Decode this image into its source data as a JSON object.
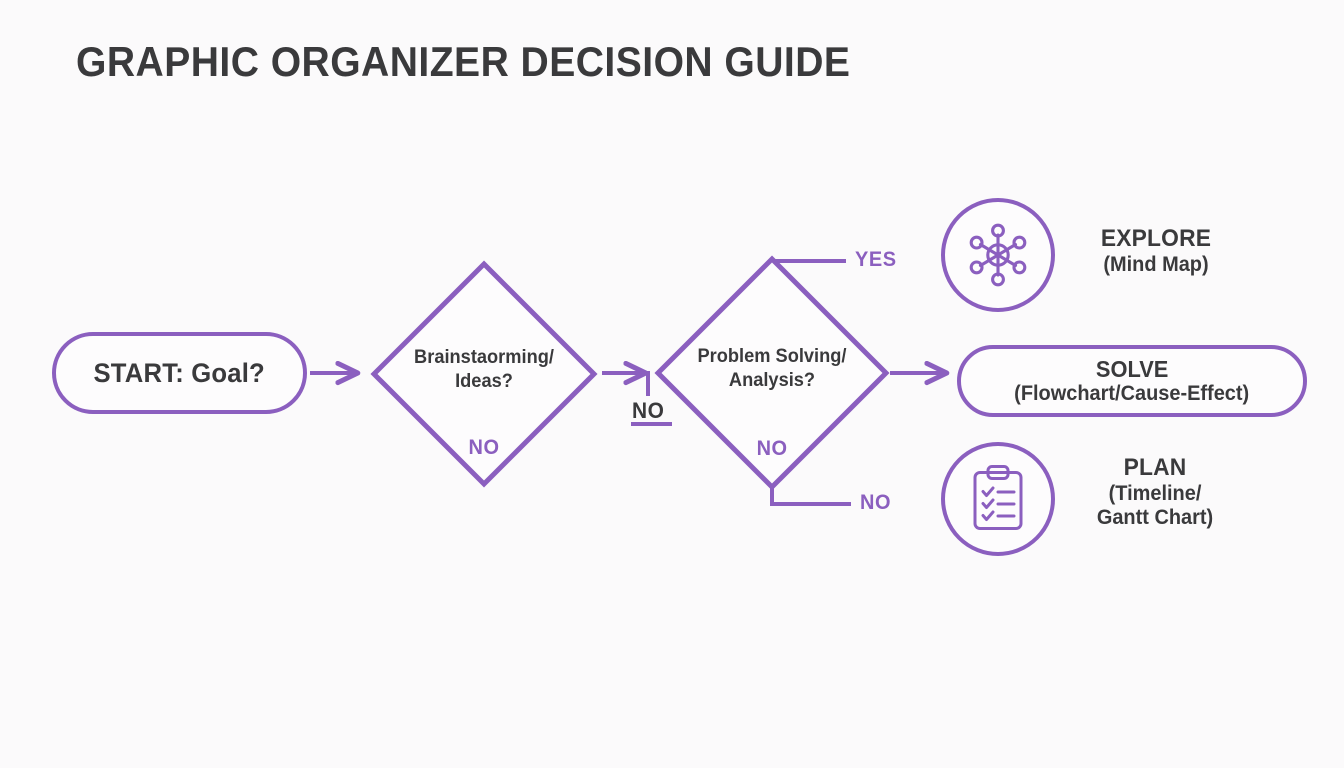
{
  "page": {
    "title": "GRAPHIC ORGANIZER DECISION GUIDE",
    "background_color": "#fbfafb",
    "accent_color": "#8b5fbf",
    "text_color": "#3a3a3c"
  },
  "flow": {
    "start": {
      "label": "START: Goal?",
      "shape": "rounded-pill"
    },
    "decisions": [
      {
        "id": "brainstorm",
        "line1": "Brainstaorming/",
        "line2": "Ideas?",
        "inner_label": "NO",
        "shape": "diamond"
      },
      {
        "id": "problem",
        "line1": "Problem Solving/",
        "line2": "Analysis?",
        "inner_label": "NO",
        "shape": "diamond"
      }
    ],
    "branch_labels": {
      "yes_top": "YES",
      "no_between": "NO",
      "no_bottom": "NO"
    }
  },
  "outcomes": [
    {
      "id": "explore",
      "title": "EXPLORE",
      "subtitle": "(Mind Map)",
      "icon": "mind-map-icon",
      "presentation": "icon-circle"
    },
    {
      "id": "solve",
      "title": "SOLVE",
      "subtitle": "(Flowchart/Cause-Effect)",
      "presentation": "rounded-pill"
    },
    {
      "id": "plan",
      "title": "PLAN",
      "subtitle_line1": "(Timeline/",
      "subtitle_line2": "Gantt Chart)",
      "icon": "clipboard-checklist-icon",
      "presentation": "icon-circle"
    }
  ]
}
